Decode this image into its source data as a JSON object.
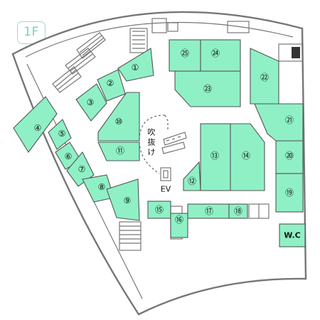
{
  "floor": {
    "label": "1F"
  },
  "colors": {
    "shop": "#8ff0c6",
    "wall": "#777777",
    "badge": "#7ecfb0"
  },
  "labels": {
    "atrium_1": "吹",
    "atrium_2": "抜",
    "atrium_3": "け",
    "elevator": "EV",
    "restroom": "W.C"
  },
  "shops": [
    {
      "id": "01",
      "label": "①"
    },
    {
      "id": "02",
      "label": "②"
    },
    {
      "id": "03",
      "label": "③"
    },
    {
      "id": "04",
      "label": "④"
    },
    {
      "id": "05",
      "label": "⑤"
    },
    {
      "id": "06",
      "label": "⑥"
    },
    {
      "id": "07",
      "label": "⑦"
    },
    {
      "id": "08",
      "label": "⑧"
    },
    {
      "id": "09",
      "label": "⑨"
    },
    {
      "id": "10",
      "label": "⑩"
    },
    {
      "id": "11",
      "label": "⑪"
    },
    {
      "id": "12",
      "label": "⑫"
    },
    {
      "id": "13",
      "label": "⑬"
    },
    {
      "id": "14",
      "label": "⑭"
    },
    {
      "id": "15",
      "label": "⑮"
    },
    {
      "id": "16",
      "label": "⑯"
    },
    {
      "id": "17",
      "label": "⑰"
    },
    {
      "id": "18",
      "label": "⑱"
    },
    {
      "id": "19",
      "label": "⑲"
    },
    {
      "id": "20",
      "label": "⑳"
    },
    {
      "id": "21",
      "label": "㉑"
    },
    {
      "id": "22",
      "label": "㉒"
    },
    {
      "id": "23",
      "label": "㉓"
    },
    {
      "id": "24",
      "label": "㉔"
    },
    {
      "id": "25",
      "label": "㉕"
    }
  ]
}
